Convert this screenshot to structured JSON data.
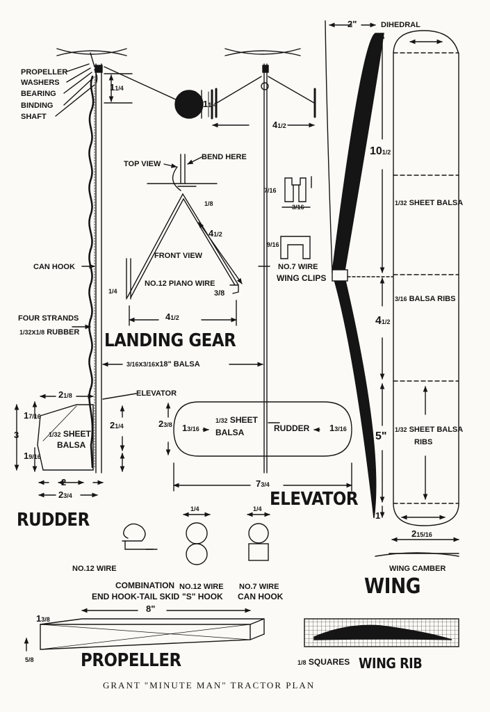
{
  "caption": "GRANT \"MINUTE MAN\" TRACTOR PLAN",
  "titles": {
    "landing_gear": "LANDING GEAR",
    "rudder": "RUDDER",
    "elevator": "ELEVATOR",
    "wing": "WING",
    "propeller": "PROPELLER",
    "wing_rib": "WING RIB"
  },
  "nose_labels": {
    "propeller": "PROPELLER",
    "washers": "WASHERS",
    "bearing": "BEARING",
    "binding": "BINDING",
    "shaft": "SHAFT"
  },
  "fuselage": {
    "can_hook": "CAN HOOK",
    "four_strands": "FOUR STRANDS",
    "rubber": "x",
    "rubber_suffix": "RUBBER",
    "stick": "x",
    "stick_suffix": "x18\" BALSA",
    "elevator_label": "ELEVATOR"
  },
  "landing_gear": {
    "top_view": "TOP VIEW",
    "bend_here": "BEND HERE",
    "front_view": "FRONT VIEW",
    "piano_wire": "NO.12 PIANO WIRE",
    "width_whole": "4",
    "leg_whole": "4",
    "foot": "3/8"
  },
  "wing_clips": {
    "wire": "NO.7 WIRE",
    "label": "WING CLIPS"
  },
  "rudder": {
    "sheet": "SHEET",
    "balsa": "BALSA",
    "height_whole": "3",
    "top_whole": "2",
    "bottom_whole": "2",
    "base_whole": "2",
    "upper_whole": "1",
    "lower_whole": "1",
    "right_whole": "2"
  },
  "elevator": {
    "sheet": "SHEET",
    "balsa": "BALSA",
    "rudder_label": "RUDDER",
    "height_whole": "2",
    "span_whole": "7",
    "left_whole": "1",
    "right_whole": "1"
  },
  "wing": {
    "dihedral": "DIHEDRAL",
    "dihedral_value": "2\"",
    "outer_whole": "10",
    "center_whole": "4",
    "tip_value": "5\"",
    "root_value": "1\"",
    "sheet_balsa": "SHEET BALSA",
    "balsa_ribs": "BALSA RIBS",
    "sheet_balsa_ribs": "SHEET BALSA",
    "ribs": "RIBS",
    "chord_whole": "2",
    "camber": "WING CAMBER"
  },
  "hooks": {
    "combo_wire": "NO.12 WIRE",
    "combo_1": "COMBINATION",
    "combo_2": "END HOOK-TAIL SKID",
    "s_wire": "NO.12 WIRE",
    "s_hook": "\"S\" HOOK",
    "can_wire": "NO.7 WIRE",
    "can_hook": "CAN HOOK"
  },
  "propeller": {
    "length": "8\""
  },
  "wing_rib": {
    "squares": "SQUARES"
  }
}
